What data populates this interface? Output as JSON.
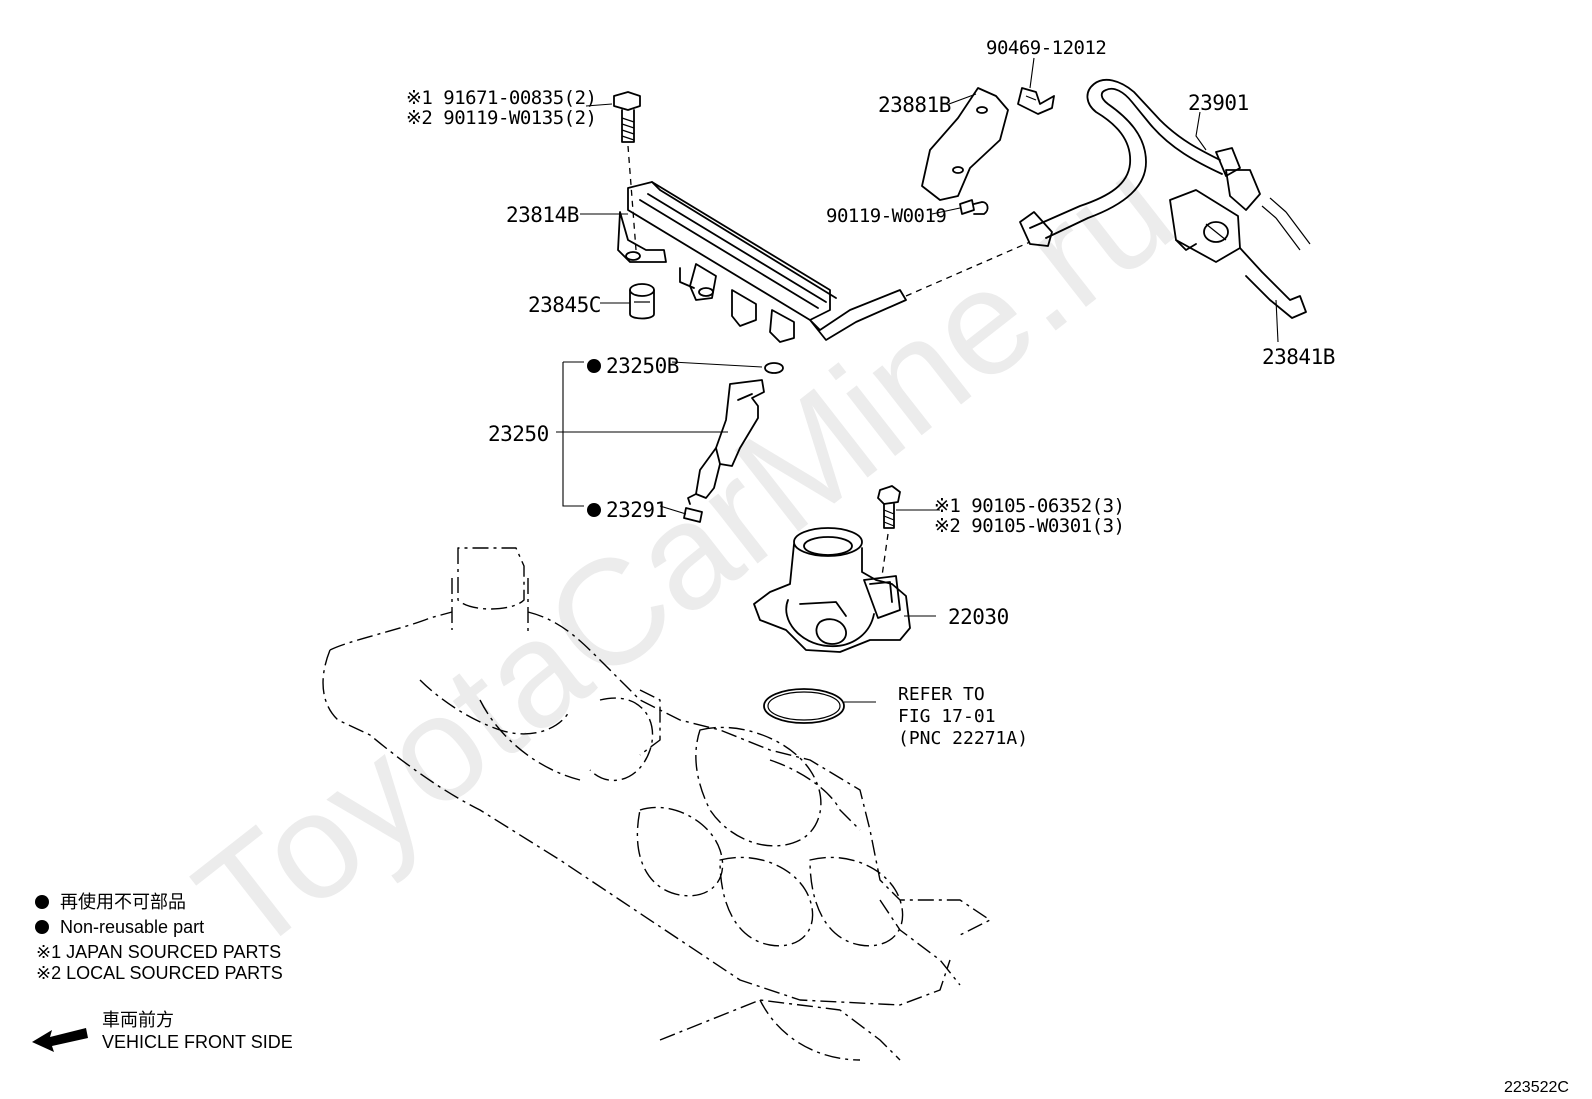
{
  "watermark": "ToyotaCarMine.ru",
  "callouts": {
    "bolt_rail_jp": "※1 91671-00835(2)",
    "bolt_rail_local": "※2 90119-W0135(2)",
    "fuel_rail": "23814B",
    "insulator": "23845C",
    "bracket": "23881B",
    "clip": "90469-12012",
    "bracket_bolt": "90119-W0019",
    "fuel_hose": "23901",
    "connector": "23841B",
    "o_ring": "23250B",
    "injector_set": "23250",
    "injector_seal": "23291",
    "bolt_throttle_jp": "※1 90105-06352(3)",
    "bolt_throttle_local": "※2 90105-W0301(3)",
    "throttle_body": "22030",
    "refer_line1": "REFER TO",
    "refer_line2": "FIG 17-01",
    "refer_line3": "(PNC 22271A)"
  },
  "legend": {
    "non_reusable_jp": "再使用不可部品",
    "non_reusable_en": "Non-reusable part",
    "japan_sourced": "※1  JAPAN SOURCED PARTS",
    "local_sourced": "※2  LOCAL SOURCED PARTS",
    "front_jp": "車両前方",
    "front_en": "VEHICLE FRONT SIDE"
  },
  "figure_id": "223522C"
}
